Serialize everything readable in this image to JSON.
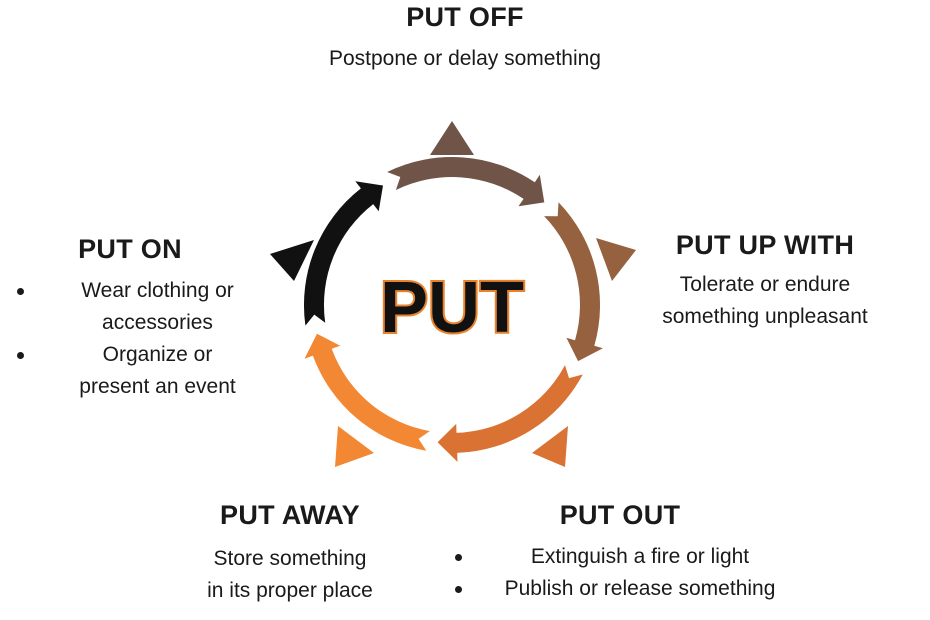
{
  "center": {
    "label": "PUT"
  },
  "colors": {
    "off": "#705447",
    "up_with": "#96613F",
    "out": "#D97232",
    "away": "#F28833",
    "on": "#111111",
    "center_text": "#111111",
    "center_outline": "#E8822C"
  },
  "nodes": {
    "put_off": {
      "title": "PUT OFF",
      "desc_lines": [
        "Postpone or delay something"
      ]
    },
    "put_up_with": {
      "title": "PUT UP WITH",
      "desc_lines": [
        "Tolerate or endure",
        "something unpleasant"
      ]
    },
    "put_on": {
      "title": "PUT ON",
      "items": [
        [
          "Wear clothing or",
          "accessories"
        ],
        [
          "Organize or",
          "present an event"
        ]
      ]
    },
    "put_away": {
      "title": "PUT AWAY",
      "desc_lines": [
        "Store something",
        "in its proper place"
      ]
    },
    "put_out": {
      "title": "PUT OUT",
      "items": [
        [
          "Extinguish a fire or light"
        ],
        [
          "Publish or release something"
        ]
      ]
    }
  }
}
